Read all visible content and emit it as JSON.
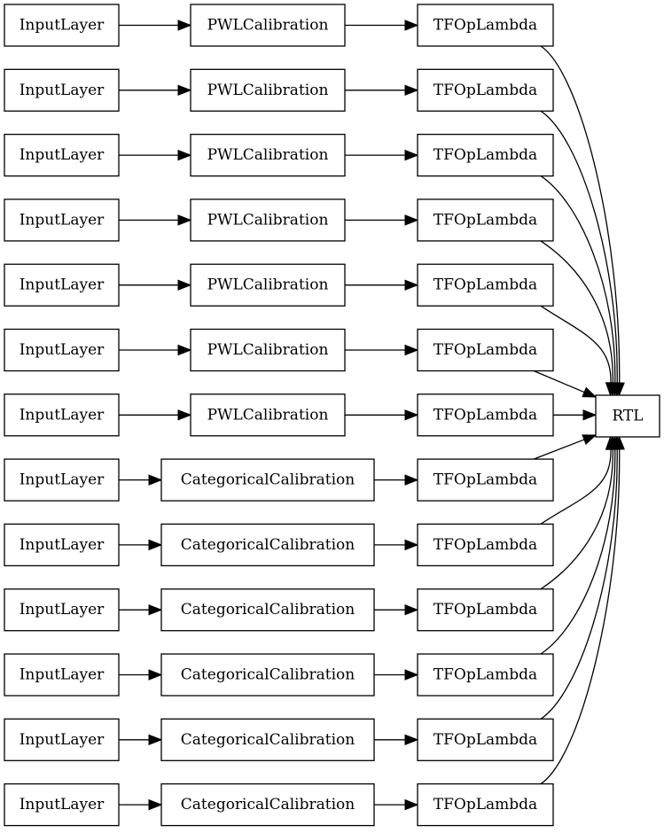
{
  "diagram": {
    "rows": [
      {
        "input": "InputLayer",
        "calibration": "PWLCalibration",
        "lambda": "TFOpLambda"
      },
      {
        "input": "InputLayer",
        "calibration": "PWLCalibration",
        "lambda": "TFOpLambda"
      },
      {
        "input": "InputLayer",
        "calibration": "PWLCalibration",
        "lambda": "TFOpLambda"
      },
      {
        "input": "InputLayer",
        "calibration": "PWLCalibration",
        "lambda": "TFOpLambda"
      },
      {
        "input": "InputLayer",
        "calibration": "PWLCalibration",
        "lambda": "TFOpLambda"
      },
      {
        "input": "InputLayer",
        "calibration": "PWLCalibration",
        "lambda": "TFOpLambda"
      },
      {
        "input": "InputLayer",
        "calibration": "PWLCalibration",
        "lambda": "TFOpLambda"
      },
      {
        "input": "InputLayer",
        "calibration": "CategoricalCalibration",
        "lambda": "TFOpLambda"
      },
      {
        "input": "InputLayer",
        "calibration": "CategoricalCalibration",
        "lambda": "TFOpLambda"
      },
      {
        "input": "InputLayer",
        "calibration": "CategoricalCalibration",
        "lambda": "TFOpLambda"
      },
      {
        "input": "InputLayer",
        "calibration": "CategoricalCalibration",
        "lambda": "TFOpLambda"
      },
      {
        "input": "InputLayer",
        "calibration": "CategoricalCalibration",
        "lambda": "TFOpLambda"
      },
      {
        "input": "InputLayer",
        "calibration": "CategoricalCalibration",
        "lambda": "TFOpLambda"
      }
    ],
    "output": "RTL"
  }
}
